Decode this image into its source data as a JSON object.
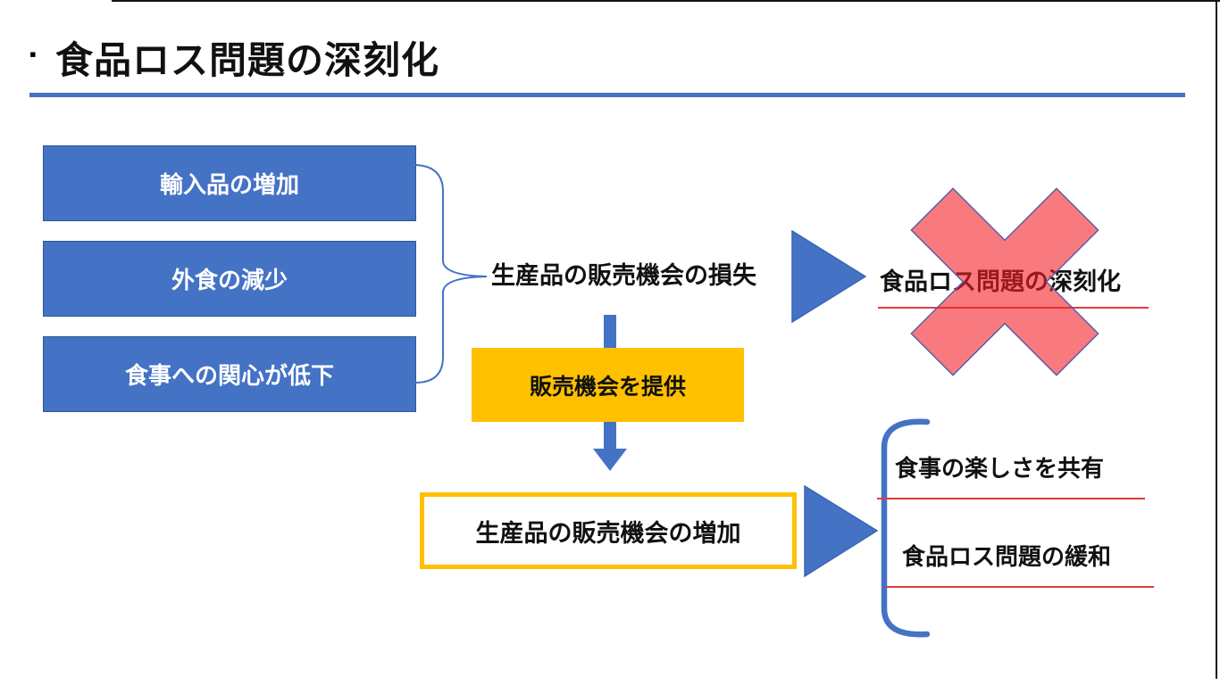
{
  "slide": {
    "title": {
      "bullet": "▪",
      "text": "食品ロス問題の深刻化"
    },
    "causes": [
      {
        "label": "輸入品の増加"
      },
      {
        "label": "外食の減少"
      },
      {
        "label": "食事への関心が低下"
      }
    ],
    "flow": {
      "loss_label": "生産品の販売機会の損失",
      "crossed_out_result": "食品ロス問題の深刻化",
      "provide_label": "販売機会を提供",
      "increase_label": "生産品の販売機会の増加"
    },
    "outcomes": [
      {
        "label": "食事の楽しさを共有"
      },
      {
        "label": "食品ロス問題の緩和"
      }
    ],
    "icons": {
      "curly_brace": "}",
      "right_arrow": "►",
      "down_arrow": "▼",
      "cross_x": "✕",
      "square_bracket": "["
    },
    "colors": {
      "accent_blue": "#4472C4",
      "accent_blue_dark": "#2F5597",
      "accent_orange": "#FFC000",
      "cross_fill": "#F52128",
      "cross_outline": "#5A5FA8",
      "underline_red": "#E03C3C"
    }
  }
}
